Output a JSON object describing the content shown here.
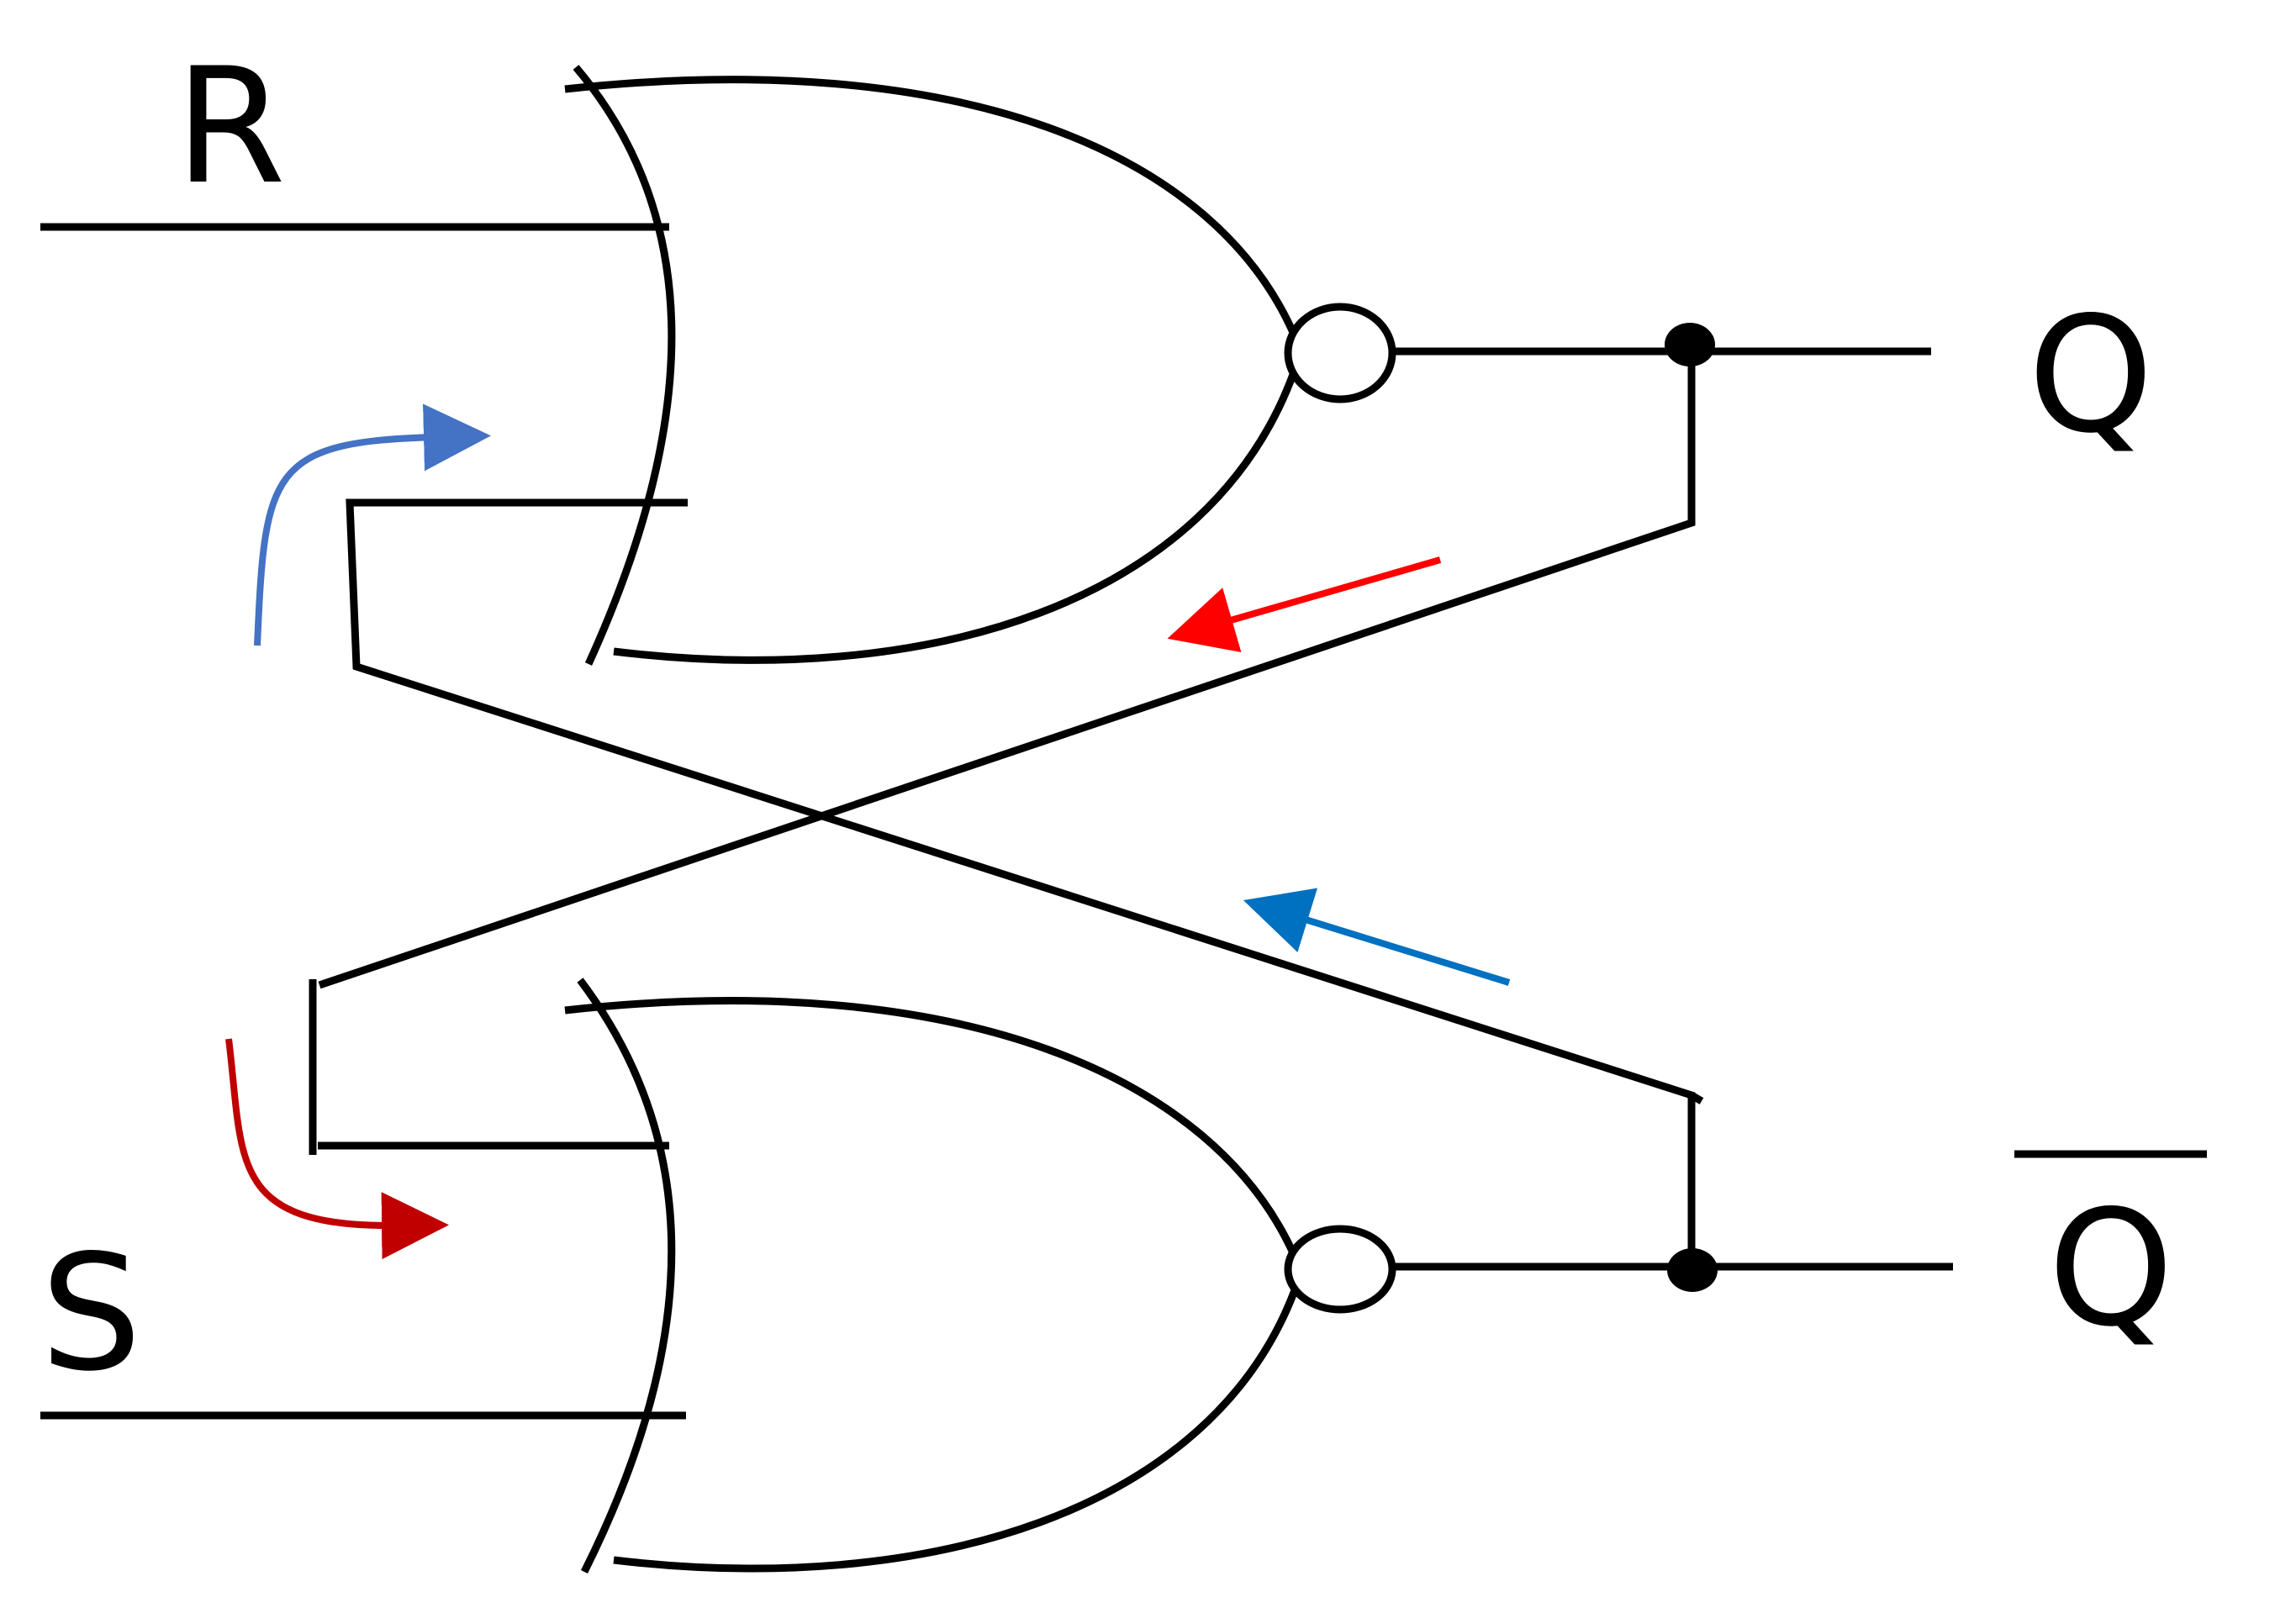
{
  "diagram": {
    "type": "sr-latch-nor",
    "labels": {
      "r_input": "R",
      "s_input": "S",
      "q_output": "Q",
      "q_bar_output": "Q"
    },
    "colors": {
      "wire": "#000000",
      "flow_blue_top": "#4472c4",
      "flow_red_bottom": "#c00000",
      "flow_red_feedback": "#ff0000",
      "flow_blue_feedback": "#0070c0"
    }
  }
}
